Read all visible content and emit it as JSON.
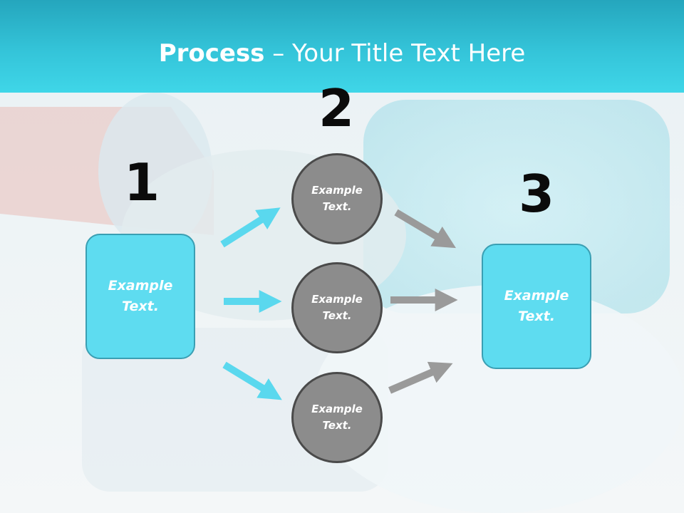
{
  "title": {
    "bold": "Process",
    "rest": " – Your Title Text Here"
  },
  "steps": {
    "one": "1",
    "two": "2",
    "three": "3"
  },
  "left_box": {
    "text": "Example\nText."
  },
  "right_box": {
    "text": "Example\nText."
  },
  "circles": [
    {
      "text": "Example\nText."
    },
    {
      "text": "Example\nText."
    },
    {
      "text": "Example\nText."
    }
  ],
  "colors": {
    "header": "#34c4d9",
    "box": "#5edcf0",
    "circle": "#8c8c8c",
    "arrow_in": "#5ad8ee",
    "arrow_out": "#9a9a9a"
  }
}
